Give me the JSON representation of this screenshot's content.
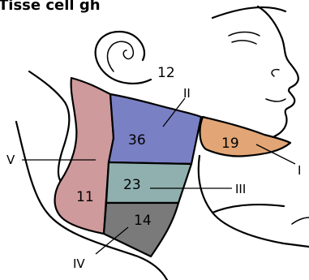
{
  "header_fragment": "Tisse cell gh",
  "colors": {
    "level_I": "#E2A676",
    "level_II": "#7A80C4",
    "level_III": "#8FB0AE",
    "level_IV": "#7A7A7A",
    "level_V": "#CF9A9C",
    "outline": "#000000"
  },
  "regions": {
    "level_I": {
      "roman": "I",
      "count": "19"
    },
    "level_II": {
      "roman": "II",
      "count": "36"
    },
    "level_III": {
      "roman": "III",
      "count": "23"
    },
    "level_IV": {
      "roman": "IV",
      "count": "14"
    },
    "level_V": {
      "roman": "V",
      "count": "11"
    }
  },
  "ear": {
    "count": "12"
  }
}
